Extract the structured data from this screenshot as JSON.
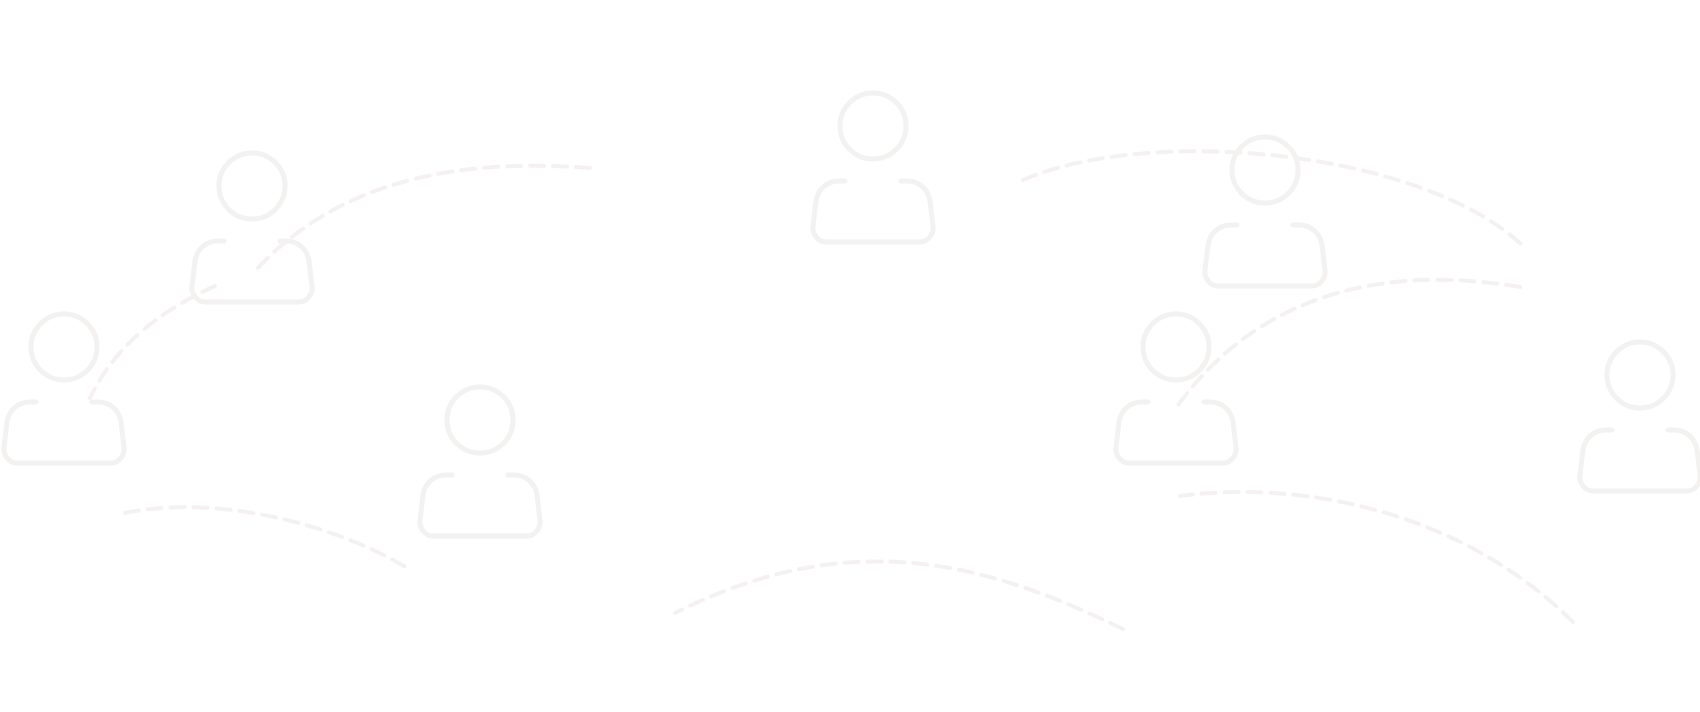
{
  "colors": {
    "background": "#ffffff",
    "icon_stroke": "#f3f2f1",
    "connector_stroke": "#f5f1f1"
  },
  "diagram": {
    "node_icon": "user-icon",
    "node_count": 7,
    "connector_style": "dashed",
    "connector_count": 7
  }
}
